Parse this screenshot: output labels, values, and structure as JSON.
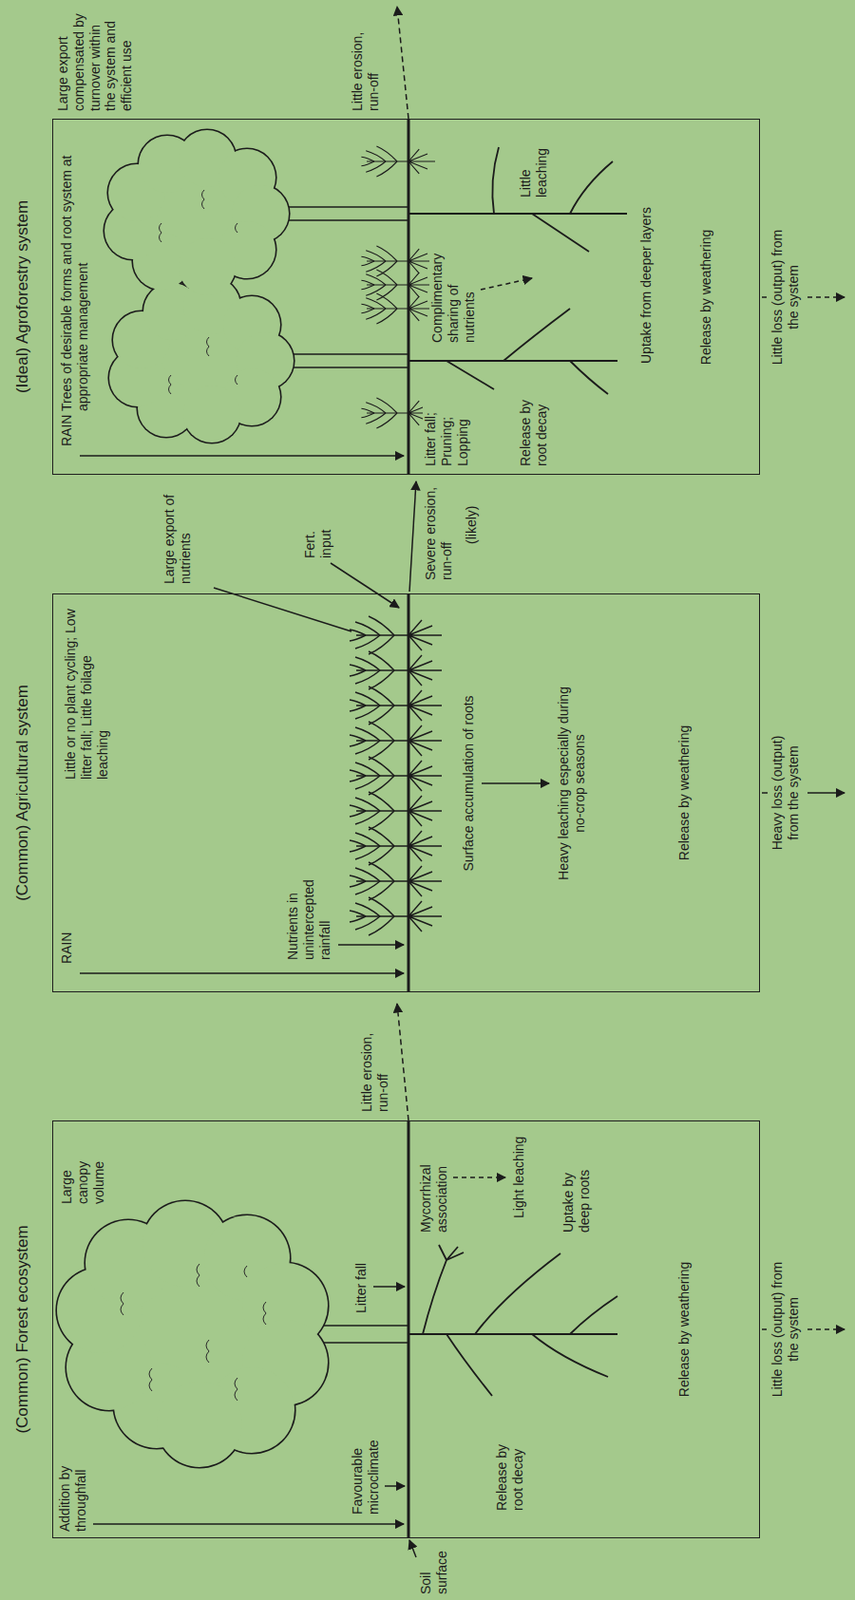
{
  "diagram": {
    "nodes": [
      {
        "text": [
          "(Common) Forest ecosystem"
        ]
      },
      {
        "text": [
          "(Common) Agricultural system"
        ]
      },
      {
        "text": [
          "(Ideal) Agroforestry system"
        ]
      }
    ],
    "labels": [
      "Addition by throughfall",
      "Large canopy volume",
      "Favourable microclimate",
      "Litter fall",
      "Soil surface",
      "Little erosion, run-off",
      "Mycorrhizal association",
      "Release by root decay",
      "Light leaching",
      "Uptake by deep roots",
      "Release by weathering",
      "Little loss (output) from the system",
      "RAIN",
      "Little or no plant cycling; Low litter fall; Little foilage leaching",
      "Nutrients in unintercepted rainfall",
      "Large export of nutrients",
      "Fert. input",
      "Severe erosion, run-off",
      "(likely)",
      "Surface accumulation of roots",
      "Heavy leaching especially during no-crop seasons",
      "Release by weathering",
      "Heavy loss (output) from the system",
      "RAIN",
      "Trees of desirable forms and root system at appropriate management",
      "Litter fall; Pruning; Lopping",
      "Complimentary sharing of nutrients",
      "Release by root decay",
      "Little leaching",
      "Uptake from deeper layers",
      "Release by weathering",
      "Large export compensated by turnover within the system and efficient use",
      "Little erosion, run-off",
      "Little loss (output) from the system"
    ]
  }
}
